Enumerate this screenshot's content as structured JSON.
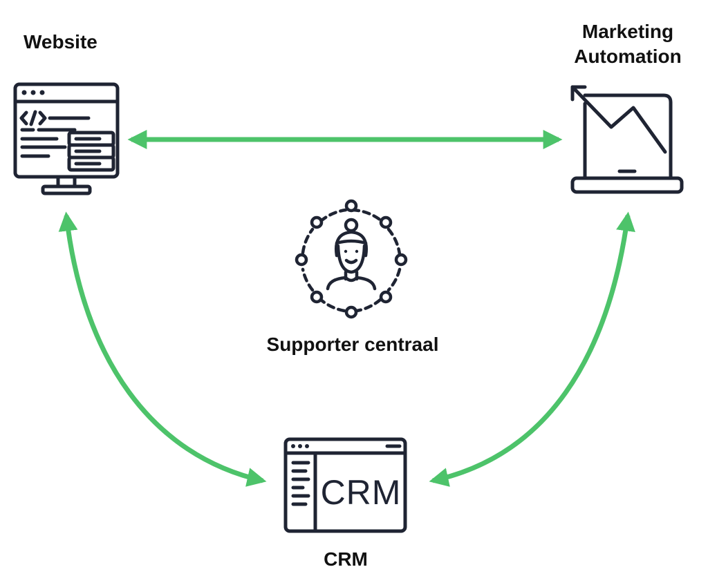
{
  "nodes": {
    "website": {
      "label": "Website",
      "icon": "website-monitor-code-server-icon"
    },
    "marketing_automation": {
      "label_line1": "Marketing",
      "label_line2": "Automation",
      "icon": "laptop-trend-chart-icon"
    },
    "center": {
      "label": "Supporter centraal",
      "icon": "supporter-network-icon"
    },
    "crm": {
      "label": "CRM",
      "icon": "crm-window-icon",
      "screen_text": "CRM"
    }
  },
  "connections": [
    {
      "from": "website",
      "to": "marketing_automation",
      "direction": "both"
    },
    {
      "from": "website",
      "to": "crm",
      "direction": "both"
    },
    {
      "from": "marketing_automation",
      "to": "crm",
      "direction": "both"
    }
  ],
  "colors": {
    "arrow": "#4dc36a",
    "icon_stroke": "#1f2433",
    "text": "#111111"
  }
}
